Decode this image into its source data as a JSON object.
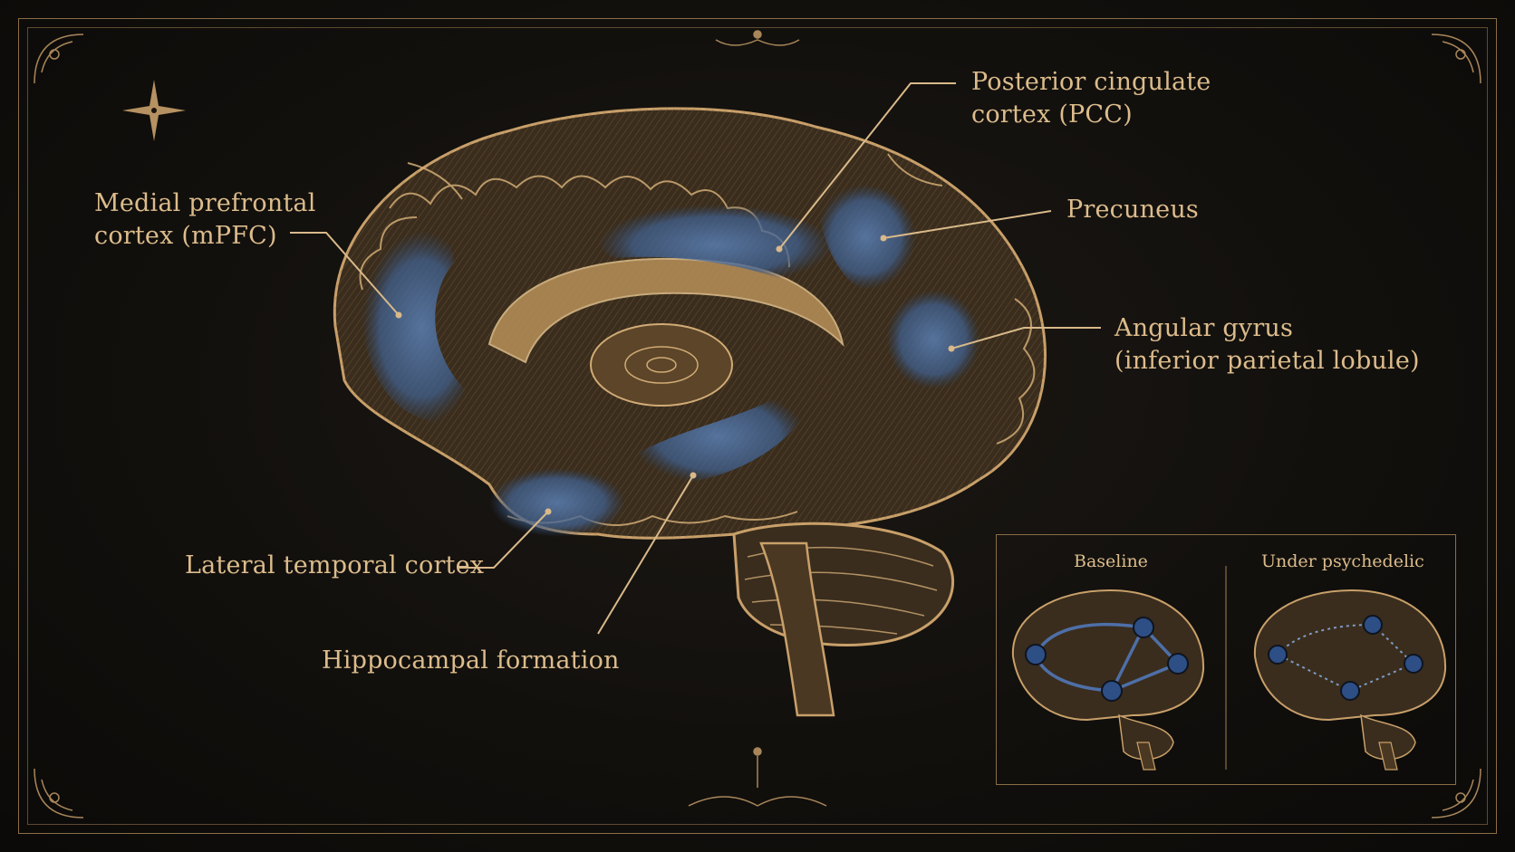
{
  "labels": {
    "pcc_line1": "Posterior cingulate",
    "pcc_line2": "cortex (PCC)",
    "mpfc_line1": "Medial prefrontal",
    "mpfc_line2": "cortex (mPFC)",
    "precuneus": "Precuneus",
    "angular_line1": "Angular gyrus",
    "angular_line2": "(inferior parietal lobule)",
    "lateral_temporal": "Lateral temporal cortex",
    "hippocampal": "Hippocampal formation"
  },
  "inset": {
    "baseline": "Baseline",
    "psychedelic": "Under psychedelic"
  },
  "colors": {
    "background": "#12100d",
    "ink_gold": "#c9a06a",
    "highlight_blue": "#4a6a99",
    "node_blue": "#2d4f86"
  },
  "icons": [
    "compass-star-icon",
    "corner-flourish-icon",
    "fleur-ornament-icon"
  ]
}
